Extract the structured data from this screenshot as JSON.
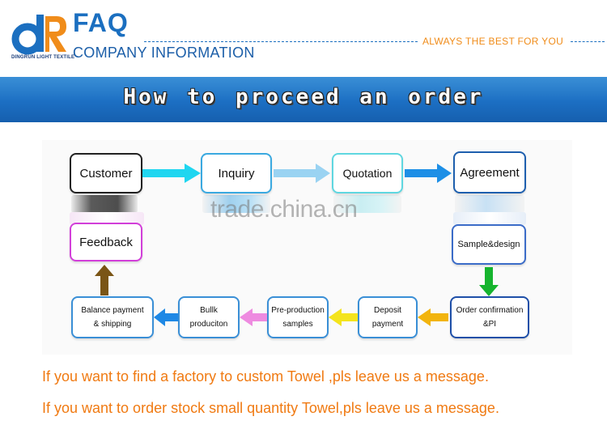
{
  "header": {
    "logo_text": "DINGRUN LIGHT TEXTILE",
    "title": "FAQ",
    "subtitle": "COMPANY INFORMATION",
    "tagline": "ALWAYS THE BEST FOR YOU"
  },
  "banner": {
    "title": "How to proceed an order"
  },
  "flow": {
    "customer": "Customer",
    "inquiry": "Inquiry",
    "quotation": "Quotation",
    "agreement": "Agreement",
    "feedback": "Feedback",
    "sample_design": "Sample&design",
    "order_confirmation_1": "Order confirmation",
    "order_confirmation_2": "&PI",
    "deposit_1": "Deposit",
    "deposit_2": "payment",
    "preproduction_1": "Pre-production",
    "preproduction_2": "samples",
    "bulk_1": "Bullk",
    "bulk_2": "produciton",
    "balance_1": "Balance payment",
    "balance_2": "& shipping"
  },
  "watermark": "trade.china.cn",
  "notes": {
    "line1": "If you want to find a factory to custom Towel ,pls leave us a message.",
    "line2": "If you want to order stock small quantity Towel,pls leave us a message."
  },
  "colors": {
    "header_blue": "#1b6fc0",
    "tagline_orange": "#f08c1a",
    "note_orange": "#f07a12"
  }
}
